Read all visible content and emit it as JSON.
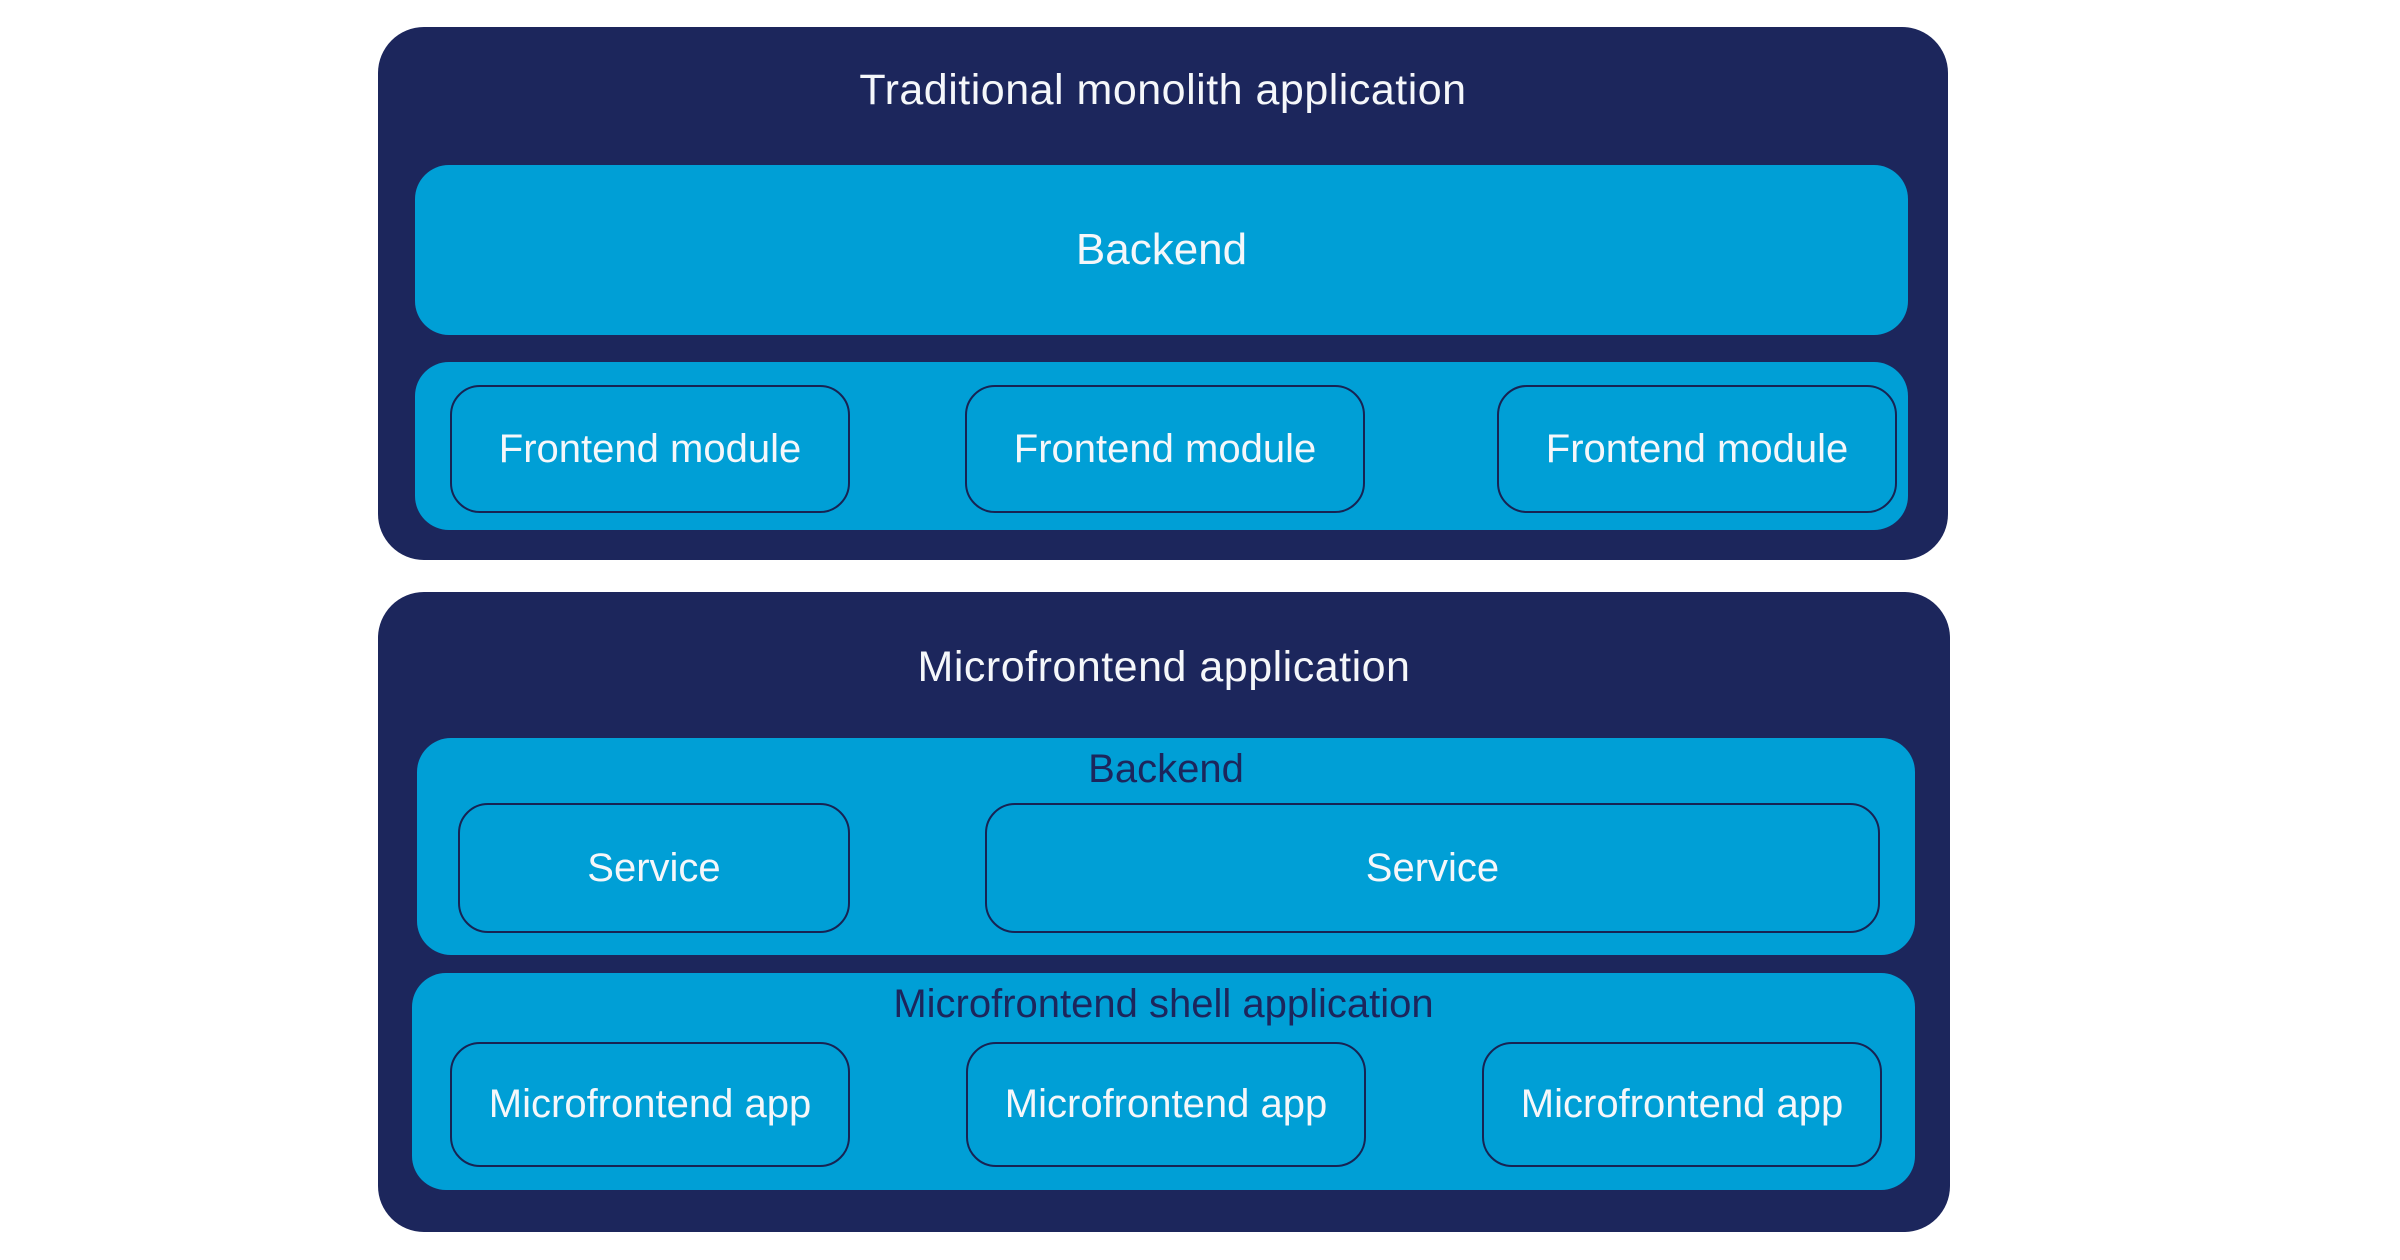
{
  "colors": {
    "background": "#FFFFFF",
    "navy": "#1C265C",
    "cyan": "#009FD6",
    "inner_outline": "#172353",
    "text_light": "#F5F7FA",
    "text_dark": "#1C265C"
  },
  "monolith": {
    "title": "Traditional monolith application",
    "backend": {
      "label": "Backend"
    },
    "frontend_modules": [
      "Frontend module",
      "Frontend module",
      "Frontend module"
    ]
  },
  "microfrontend": {
    "title": "Microfrontend application",
    "backend": {
      "label": "Backend",
      "services": [
        "Service",
        "Service"
      ]
    },
    "shell": {
      "label": "Microfrontend shell application",
      "apps": [
        "Microfrontend app",
        "Microfrontend app",
        "Microfrontend app"
      ]
    }
  }
}
